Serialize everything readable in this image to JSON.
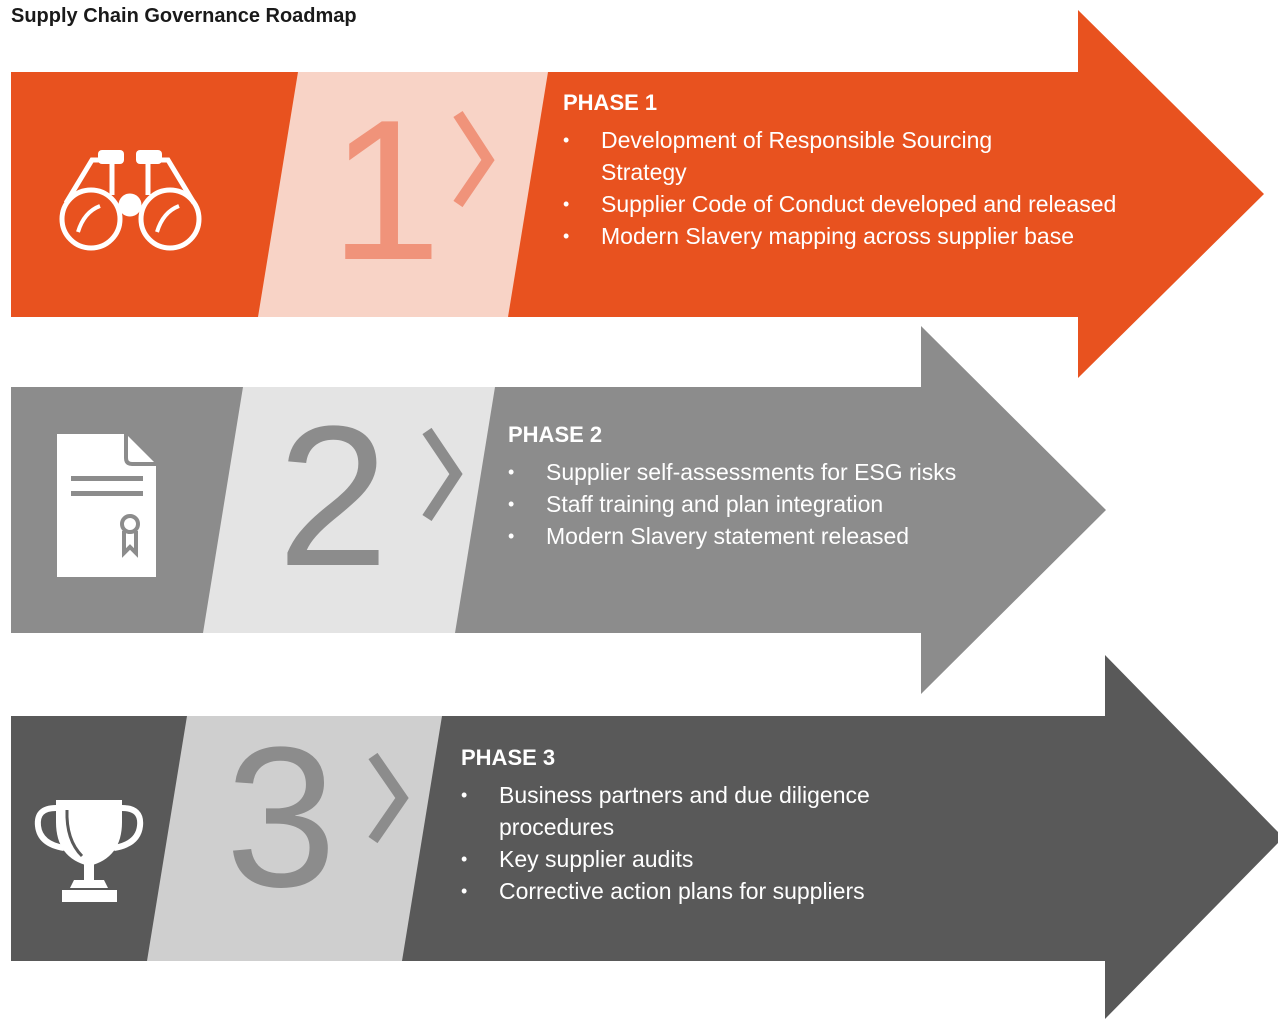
{
  "title": "Supply Chain Governance Roadmap",
  "colors": {
    "phase1_arrow": "#E8521F",
    "phase1_panel": "#F8D3C6",
    "phase1_accent": "#F0937A",
    "phase2_arrow": "#8C8C8C",
    "phase2_panel": "#E4E4E4",
    "phase2_accent": "#8C8C8C",
    "phase3_arrow": "#595959",
    "phase3_panel": "#CFCFCF",
    "phase3_accent": "#8C8C8C"
  },
  "phases": [
    {
      "number": "1",
      "heading": "PHASE 1",
      "icon": "binoculars-icon",
      "items": [
        "Development of Responsible Sourcing Strategy",
        "Supplier Code of Conduct developed and released",
        "Modern Slavery mapping across supplier base"
      ]
    },
    {
      "number": "2",
      "heading": "PHASE 2",
      "icon": "certificate-icon",
      "items": [
        "Supplier self-assessments for ESG risks",
        "Staff training and plan integration",
        "Modern Slavery statement released"
      ]
    },
    {
      "number": "3",
      "heading": "PHASE 3",
      "icon": "trophy-icon",
      "items": [
        "Business partners and due diligence procedures",
        "Key supplier audits",
        "Corrective action plans for suppliers"
      ]
    }
  ],
  "bullet_char": "•"
}
